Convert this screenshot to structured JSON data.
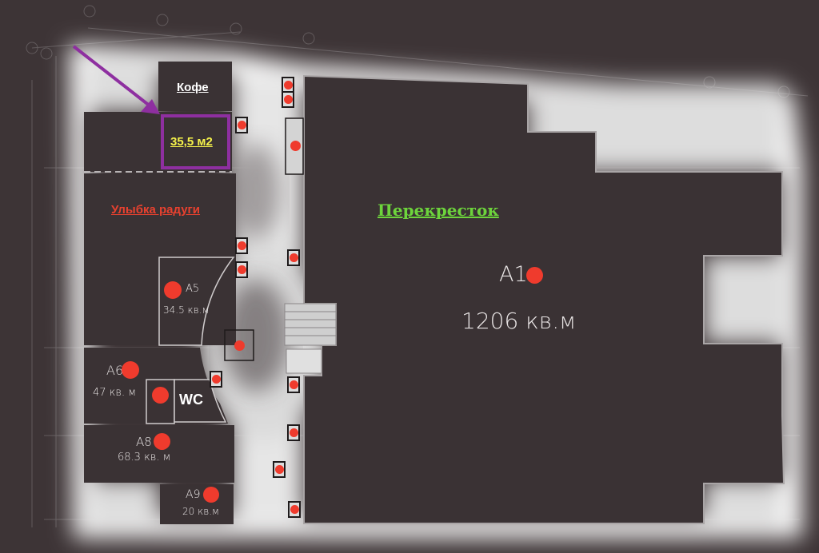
{
  "plan": {
    "title": "Floor plan with tenant units",
    "colors": {
      "background": "#3d3436",
      "unit_fill": "#3a3234",
      "corridor_glow": "#f2f2f2",
      "marker_red": "#ef3b2d",
      "highlight_purple": "#8e2fa0",
      "coffee_label": "#ffffff",
      "highlight_label": "#f5f24a",
      "ulybka_label": "#e8412f",
      "perekrestok_label": "#6dd43c"
    },
    "tenants": {
      "coffee": "Кофе",
      "ulybka": "Улыбка радуги",
      "perekrestok": "Перекресток"
    },
    "highlight": {
      "area_label": "35,5 м2"
    },
    "units": [
      {
        "id": "A1",
        "area": "1206 кв.м"
      },
      {
        "id": "A5",
        "area": "34.5 кв.м"
      },
      {
        "id": "A6",
        "area": "47 кв. м"
      },
      {
        "id": "A8",
        "area": "68.3 кв. м"
      },
      {
        "id": "A9",
        "area": "20 кв.м"
      }
    ],
    "wc_label": "WC"
  }
}
